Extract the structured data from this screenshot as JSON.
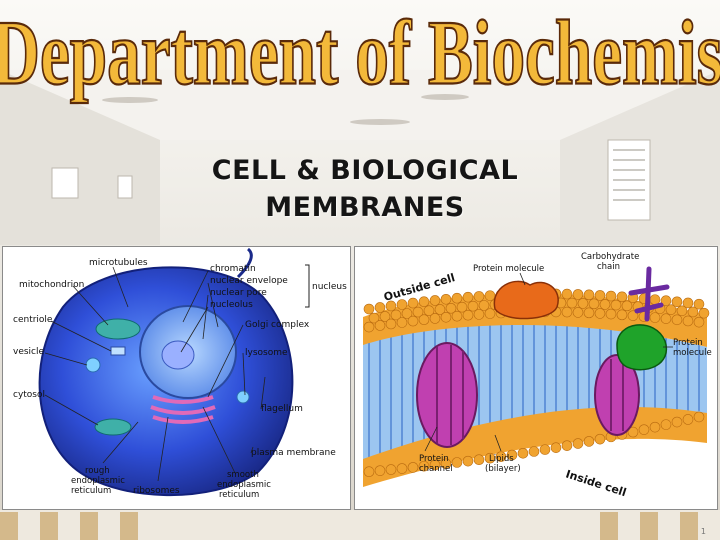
{
  "slide": {
    "title": "Department of Biochemistry",
    "subtitle_line1": "CELL & BIOLOGICAL",
    "subtitle_line2": "MEMBRANES",
    "page_number": "1"
  },
  "cell_diagram": {
    "labels": {
      "microtubules": "microtubules",
      "mitochondrion": "mitochondrion",
      "centriole": "centriole",
      "vesicle": "vesicle",
      "cytosol": "cytosol",
      "rough_er_1": "rough",
      "rough_er_2": "endoplasmic",
      "rough_er_3": "reticulum",
      "ribosomes": "ribosomes",
      "chromatin": "chromatin",
      "nuclear_envelope": "nuclear envelope",
      "nuclear_pore": "nuclear pore",
      "nucleolus": "nucleolus",
      "nucleus": "nucleus",
      "golgi": "Golgi complex",
      "lysosome": "lysosome",
      "flagellum": "flagellum",
      "plasma_membrane": "plasma membrane",
      "smooth_er_1": "smooth",
      "smooth_er_2": "endoplasmic",
      "smooth_er_3": "reticulum"
    }
  },
  "membrane_diagram": {
    "labels": {
      "protein_molecule_top": "Protein molecule",
      "carbohydrate_1": "Carbohydrate",
      "carbohydrate_2": "chain",
      "outside_cell": "Outside cell",
      "protein_molecule_right_1": "Protein",
      "protein_molecule_right_2": "molecule",
      "protein_channel_1": "Protein",
      "protein_channel_2": "channel",
      "lipids_1": "Lipids",
      "lipids_2": "(bilayer)",
      "inside_cell": "Inside cell"
    }
  },
  "colors": {
    "title_fill": "#f3b93a",
    "title_outline": "#5a2a0a",
    "lipid_head": "#f0a330",
    "tail": "#4a7fd0",
    "channel": "#c040b0",
    "protein_orange": "#e86a1a",
    "protein_green": "#1fa32a",
    "carbohydrate": "#6a2aa0",
    "cell_blue": "#2f4fd8"
  }
}
